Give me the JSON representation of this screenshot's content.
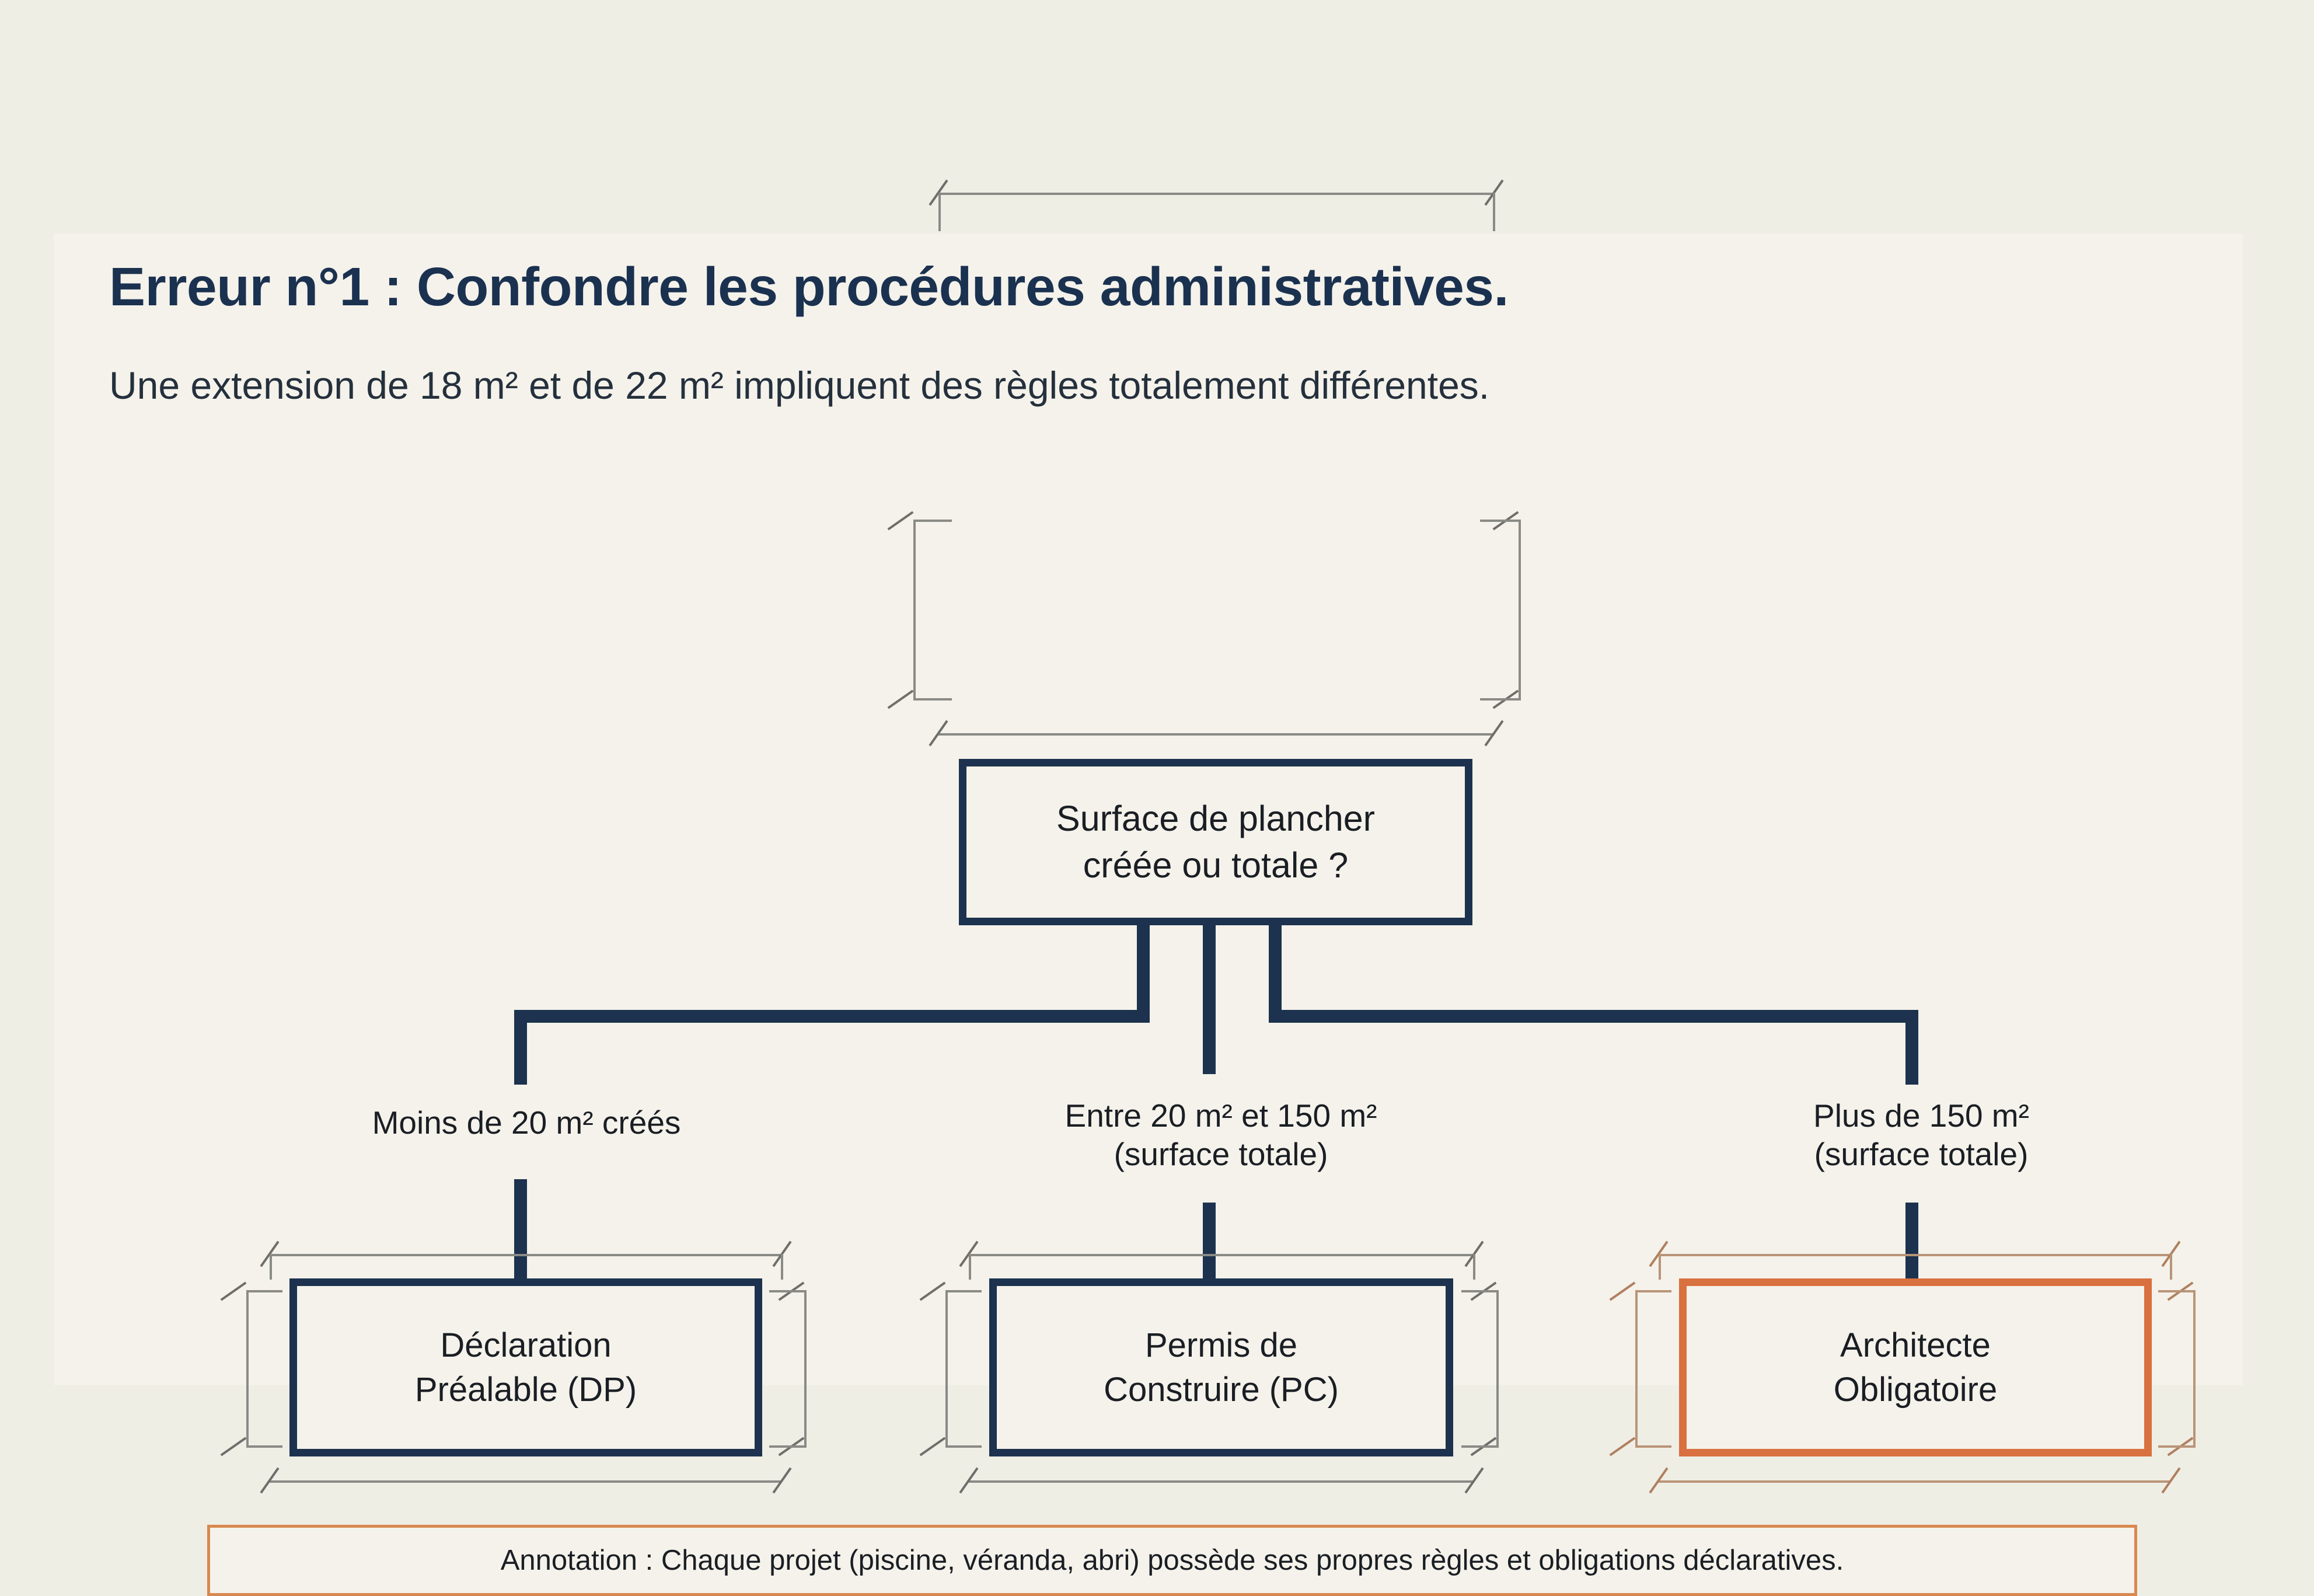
{
  "slide": {
    "title": "Erreur n°1 : Confondre les procédures administratives.",
    "subtitle": "Une extension de 18 m² et de 22 m² impliquent des règles totalement différentes."
  },
  "colors": {
    "page_background": "#EFEEE5",
    "card_background": "#F4F2EA",
    "navy": "#1C324E",
    "title_navy": "#1B3150",
    "orange": "#D9703F",
    "annotation_border": "#D9884F",
    "dimension_gray": "#8A8A86",
    "dimension_warm": "#B99478",
    "text": "#1A1E24"
  },
  "diagram": {
    "root": {
      "label": "Surface de plancher\ncréée ou totale ?",
      "accent": "navy"
    },
    "branches": [
      {
        "condition_label": "Moins de 20 m² créés",
        "outcome": "Déclaration\nPréalable (DP)",
        "accent": "navy"
      },
      {
        "condition_label": "Entre 20 m² et 150 m²\n(surface totale)",
        "outcome": "Permis de\nConstruire (PC)",
        "accent": "navy"
      },
      {
        "condition_label": "Plus de 150 m²\n(surface totale)",
        "outcome": "Architecte\nObligatoire",
        "accent": "orange"
      }
    ]
  },
  "annotation": {
    "text": "Annotation : Chaque projet (piscine, véranda, abri) possède ses propres règles et obligations déclaratives."
  }
}
